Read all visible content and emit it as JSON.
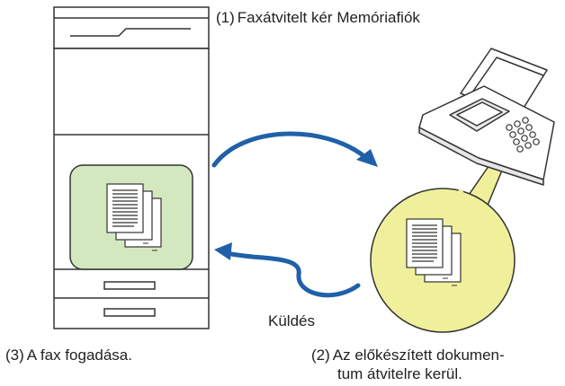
{
  "labels": {
    "step1": {
      "num": "(1)",
      "text": "Faxátvitelt kér Memóriafiók"
    },
    "step2": {
      "num": "(2)",
      "text_line1": "Az előkészített dokumen-",
      "text_line2": "tum átvitelre kerül."
    },
    "step3": {
      "num": "(3)",
      "text": "A fax fogadása."
    },
    "send": "Küldés"
  },
  "colors": {
    "arrow": "#2060a8",
    "memory_box": "#d4e8c0",
    "bubble": "#f0f09c",
    "outline": "#333333"
  },
  "icons": [
    "copier-machine",
    "fax-machine",
    "document-stack",
    "curved-arrow"
  ]
}
